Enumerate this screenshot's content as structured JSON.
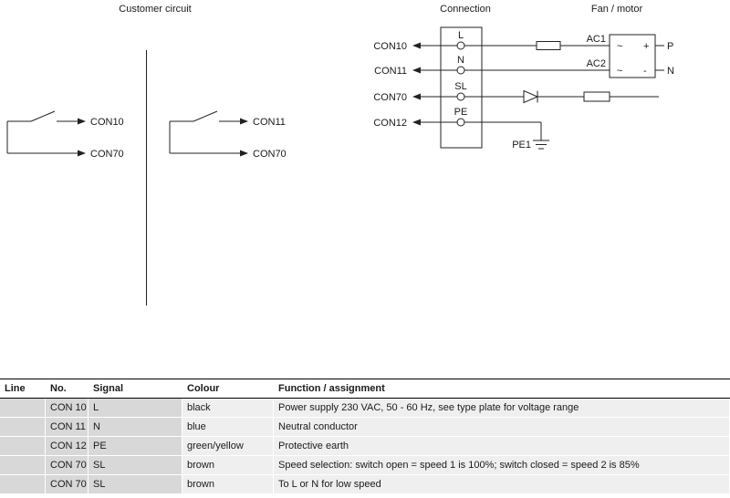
{
  "diagram": {
    "headers": {
      "customer_circuit": "Customer circuit",
      "connection": "Connection",
      "fan_motor": "Fan / motor"
    },
    "customer_circuit": {
      "switch1": {
        "top": "CON10",
        "bottom": "CON70"
      },
      "switch2": {
        "top": "CON11",
        "bottom": "CON70"
      }
    },
    "connection_block": {
      "left_labels": [
        "CON10",
        "CON11",
        "CON70",
        "CON12"
      ],
      "terminals": [
        "L",
        "N",
        "SL",
        "PE"
      ],
      "pe_label": "PE1"
    },
    "fan_motor": {
      "ac1": "AC1",
      "ac2": "AC2",
      "tilde_top": "~",
      "plus": "+",
      "tilde_bottom": "~",
      "minus": "-",
      "p": "P",
      "n": "N"
    }
  },
  "table": {
    "headers": [
      "Line",
      "No.",
      "Signal",
      "Colour",
      "Function / assignment"
    ],
    "rows": [
      {
        "line": "",
        "no": "CON 10",
        "signal": "L",
        "colour": "black",
        "function": "Power supply 230 VAC, 50 - 60 Hz, see type plate for voltage range"
      },
      {
        "line": "",
        "no": "CON 11",
        "signal": "N",
        "colour": "blue",
        "function": "Neutral conductor"
      },
      {
        "line": "",
        "no": "CON 12",
        "signal": "PE",
        "colour": "green/yellow",
        "function": "Protective earth"
      },
      {
        "line": "",
        "no": "CON 70",
        "signal": "SL",
        "colour": "brown",
        "function": "Speed selection: switch open = speed 1 is 100%; switch closed = speed 2 is 85%"
      },
      {
        "line": "",
        "no": "CON 70",
        "signal": "SL",
        "colour": "brown",
        "function": "To L or N for low speed"
      }
    ]
  },
  "colors": {
    "line": "#222222",
    "table_cell_gray": "#d8d8d8",
    "table_cell_light": "#efefef",
    "text": "#1a1a1a"
  }
}
